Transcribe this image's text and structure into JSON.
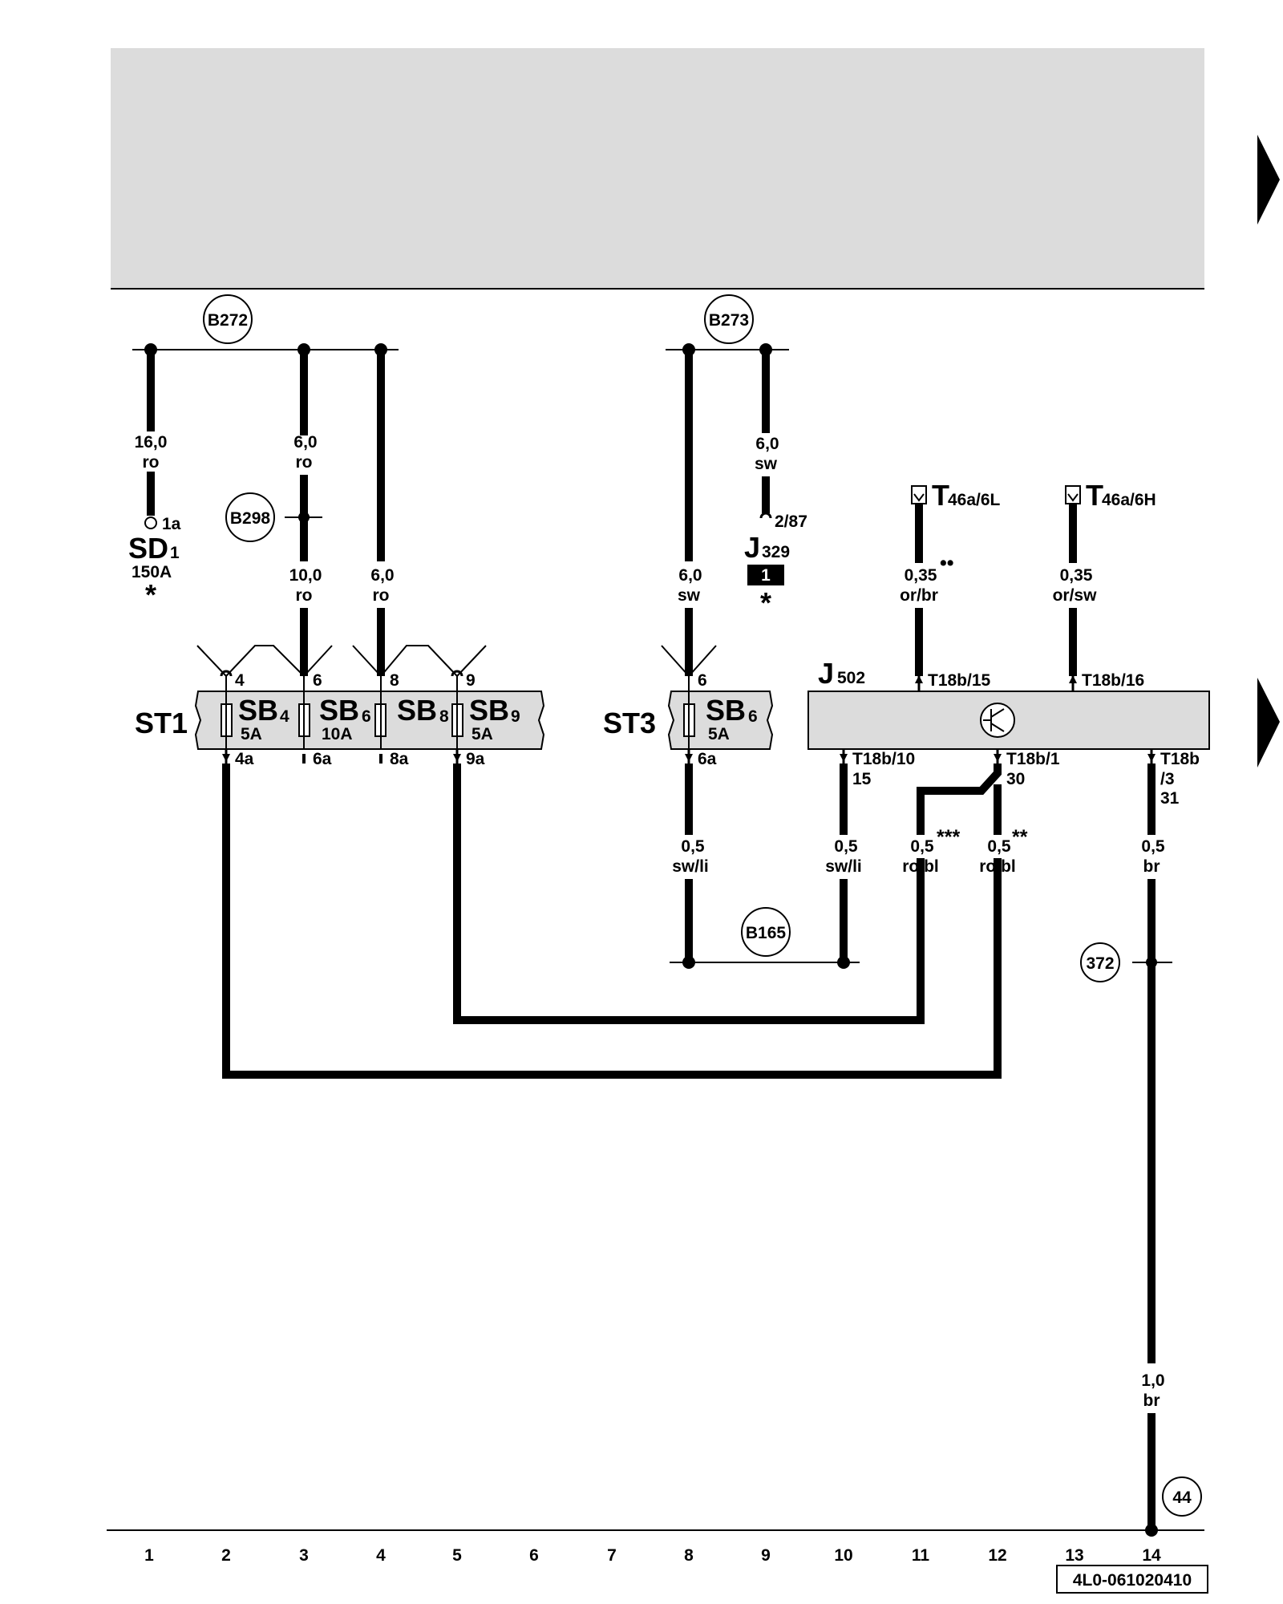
{
  "header": {
    "arrow_right_top": "continue-right",
    "arrow_right_mid": "continue-right"
  },
  "connections": {
    "b272": "B272",
    "b273": "B273",
    "b298": "B298",
    "b165": "B165",
    "n372": "372",
    "n44": "44"
  },
  "wires": {
    "w1": {
      "size": "16,0",
      "color": "ro"
    },
    "w3_top": {
      "size": "6,0",
      "color": "ro"
    },
    "w3_bottom": {
      "size": "10,0",
      "color": "ro"
    },
    "w4": {
      "size": "6,0",
      "color": "ro"
    },
    "w8_top": {
      "size": "6,0",
      "color": "sw"
    },
    "w9": {
      "size": "6,0",
      "color": "sw"
    },
    "w11_top": {
      "size": "0,35",
      "color": "or/br"
    },
    "w13_top": {
      "size": "0,35",
      "color": "or/sw"
    },
    "w8_bottom": {
      "size": "0,5",
      "color": "sw/li"
    },
    "w10": {
      "size": "0,5",
      "color": "sw/li"
    },
    "w11_bottom": {
      "size": "0,5",
      "color": "ro/bl"
    },
    "w12": {
      "size": "0,5",
      "color": "ro/bl"
    },
    "w14_top": {
      "size": "0,5",
      "color": "br"
    },
    "w14_bottom": {
      "size": "1,0",
      "color": "br"
    }
  },
  "components": {
    "sd1": {
      "name": "SD",
      "sub": "1",
      "rating": "150A",
      "pin": "1a",
      "mark": "*"
    },
    "j329": {
      "name": "J",
      "sub": "329",
      "pin": "2/87",
      "box": "1",
      "mark": "*"
    },
    "t46a_6l": {
      "name": "T",
      "sub": "46a/6L"
    },
    "t46a_6h": {
      "name": "T",
      "sub": "46a/6H"
    },
    "st1": {
      "name": "ST1"
    },
    "st3": {
      "name": "ST3"
    },
    "sb4": {
      "name": "SB",
      "sub": "4",
      "rating": "5A"
    },
    "sb6": {
      "name": "SB",
      "sub": "6",
      "rating": "10A"
    },
    "sb8": {
      "name": "SB",
      "sub": "8"
    },
    "sb9": {
      "name": "SB",
      "sub": "9",
      "rating": "5A"
    },
    "sb6_st3": {
      "name": "SB",
      "sub": "6",
      "rating": "5A"
    },
    "j502": {
      "name": "J",
      "sub": "502"
    }
  },
  "pins": {
    "p4": "4",
    "p6": "6",
    "p8": "8",
    "p9": "9",
    "p4a": "4a",
    "p6a": "6a",
    "p8a": "8a",
    "p9a": "9a",
    "st3_p6": "6",
    "st3_p6a": "6a",
    "t18b15": "T18b/15",
    "t18b16": "T18b/16",
    "t18b10": "T18b/10",
    "t18b10_term": "15",
    "t18b1": "T18b/1",
    "t18b1_term": "30",
    "t18b3": "T18b",
    "t18b3_b": "/3",
    "t18b3_term": "31"
  },
  "footnotes": {
    "dots": "••",
    "triple": "***",
    "double": "**"
  },
  "axis": {
    "numbers": [
      "1",
      "2",
      "3",
      "4",
      "5",
      "6",
      "7",
      "8",
      "9",
      "10",
      "11",
      "12",
      "13",
      "14"
    ]
  },
  "doc_id": "4L0-061020410"
}
